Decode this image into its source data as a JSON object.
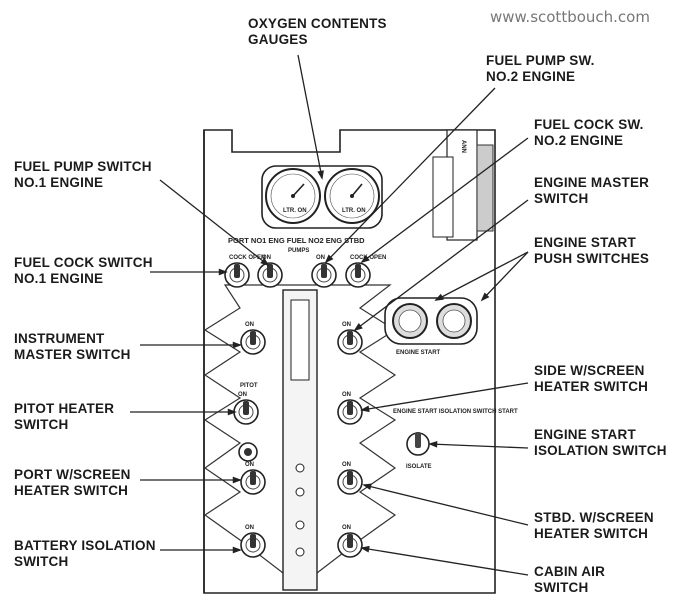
{
  "watermark": "www.scottbouch.com",
  "callouts": {
    "oxygen": [
      "OXYGEN CONTENTS",
      "GAUGES"
    ],
    "fuel_pump_sw_2": [
      "FUEL PUMP SW.",
      "NO.2 ENGINE"
    ],
    "fuel_cock_sw_2": [
      "FUEL COCK SW.",
      "NO.2 ENGINE"
    ],
    "engine_master": [
      "ENGINE MASTER",
      "SWITCH"
    ],
    "engine_start_push": [
      "ENGINE START",
      "PUSH SWITCHES"
    ],
    "fuel_pump_switch_1": [
      "FUEL PUMP SWITCH",
      "NO.1 ENGINE"
    ],
    "fuel_cock_switch_1": [
      "FUEL COCK SWITCH",
      "NO.1 ENGINE"
    ],
    "instrument_master": [
      "INSTRUMENT",
      "MASTER SWITCH"
    ],
    "pitot_heater": [
      "PITOT HEATER",
      "SWITCH"
    ],
    "port_wscreen": [
      "PORT W/SCREEN",
      "HEATER SWITCH"
    ],
    "battery_isolation": [
      "BATTERY ISOLATION",
      "SWITCH"
    ],
    "side_wscreen": [
      "SIDE W/SCREEN",
      "HEATER SWITCH"
    ],
    "engine_start_isolation": [
      "ENGINE START",
      "ISOLATION SWITCH"
    ],
    "stbd_wscreen": [
      "STBD. W/SCREEN",
      "HEATER SWITCH"
    ],
    "cabin_air": [
      "CABIN AIR",
      "SWITCH"
    ]
  },
  "panel": {
    "pumps_header": "PORT NO1 ENG FUEL NO2 ENG STBD",
    "pumps_sub": "PUMPS",
    "cock_open": "COCK OPEN",
    "on": "ON",
    "pitot": "PITOT",
    "engine_start": "ENGINE   START",
    "isolation_top": "ENGINE START ISOLATION SWITCH START",
    "isolate": "ISOLATE",
    "gauge_unit": "LTR. ON",
    "side_tab": "ANN"
  }
}
